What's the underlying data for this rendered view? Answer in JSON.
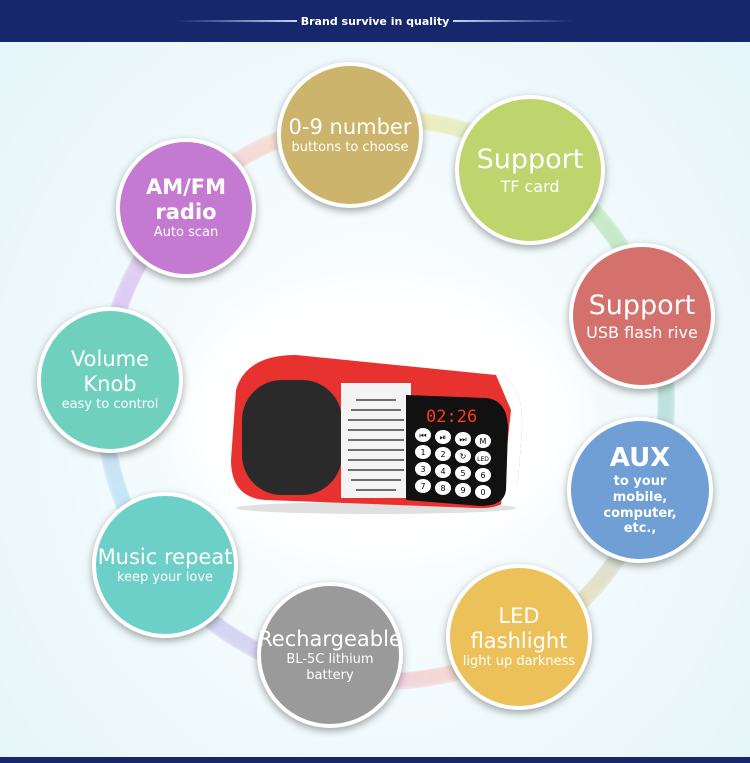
{
  "header": {
    "title": "Brand survive in quality"
  },
  "features": [
    {
      "title": "0-9 number",
      "subtitle": "buttons  to choose",
      "color": "#cdb46c"
    },
    {
      "title": "Support",
      "subtitle": "TF card",
      "color": "#bed46c"
    },
    {
      "title": "AM/FM radio",
      "subtitle": "Auto scan",
      "color": "#c47ad0"
    },
    {
      "title": "Support",
      "subtitle": "USB flash rive",
      "color": "#d4716d"
    },
    {
      "title": "Volume Knob",
      "subtitle": "easy to control",
      "color": "#6fd1bd"
    },
    {
      "title": "AUX",
      "subtitle": "to your mobile, computer, etc.,",
      "color": "#6f9fd5"
    },
    {
      "title": "Music repeat",
      "subtitle": "keep your love",
      "color": "#6ccfc8"
    },
    {
      "title": "LED flashlight",
      "subtitle": "light up darkness",
      "color": "#ecc15a"
    },
    {
      "title": "Rechargeable",
      "subtitle": "BL-5C lithium battery",
      "color": "#9a9a9a"
    }
  ],
  "product": {
    "display_time": "02:26",
    "keys": [
      "⏮",
      "⏯",
      "⏭",
      "M",
      "1",
      "2",
      "↻",
      "LED",
      "3",
      "4",
      "5",
      "6",
      "7",
      "8",
      "9",
      "0"
    ]
  }
}
